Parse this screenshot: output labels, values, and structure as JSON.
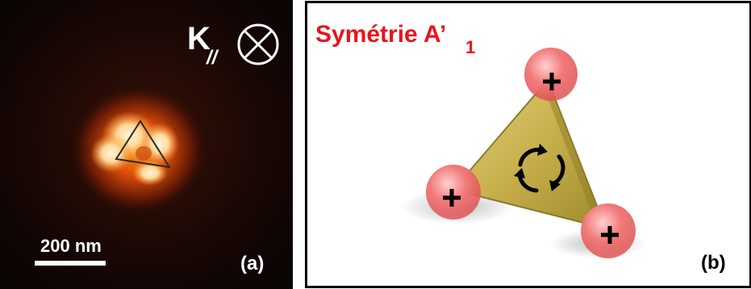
{
  "panel_a": {
    "k_label": "K",
    "k_subscript": "//",
    "scale_bar_label": "200 nm",
    "panel_label": "(a)"
  },
  "panel_b": {
    "title": "Symétrie A’",
    "title_subscript": "1",
    "charge_symbol": "+",
    "panel_label": "(b)"
  },
  "colors": {
    "title_red": "#e8141c",
    "charge_pink": "#f07878",
    "triangle_gold": "#c9b24a",
    "glow_orange": "#e8660a"
  }
}
